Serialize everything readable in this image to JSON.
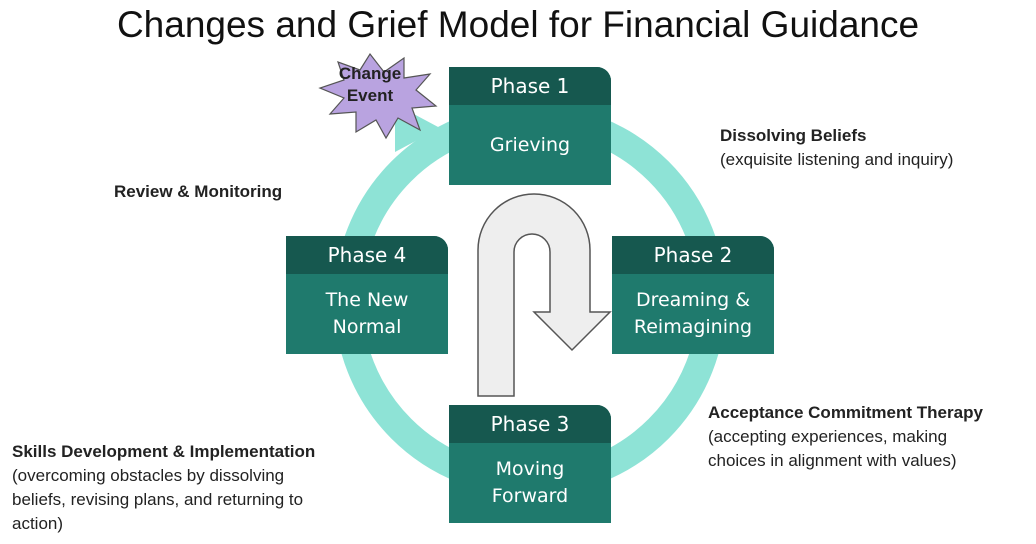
{
  "title": "Changes and Grief Model for Financial Guidance",
  "change_event": {
    "line1": "Change",
    "line2": "Event"
  },
  "phases": [
    {
      "header": "Phase 1",
      "line1": "Grieving",
      "line2": ""
    },
    {
      "header": "Phase 2",
      "line1": "Dreaming &",
      "line2": "Reimagining"
    },
    {
      "header": "Phase 3",
      "line1": "Moving",
      "line2": "Forward"
    },
    {
      "header": "Phase 4",
      "line1": "The New",
      "line2": "Normal"
    }
  ],
  "annotations": {
    "dissolving": {
      "title": "Dissolving Beliefs",
      "desc": "(exquisite listening and inquiry)"
    },
    "review": {
      "title": "Review & Monitoring"
    },
    "act": {
      "title": "Acceptance Commitment Therapy",
      "desc1": "(accepting experiences, making",
      "desc2": "choices in alignment with values)"
    },
    "skills": {
      "title": "Skills Development & Implementation",
      "desc1": "(overcoming obstacles by dissolving",
      "desc2": "beliefs, revising plans, and returning to",
      "desc3": "action)"
    }
  },
  "colors": {
    "cycle_ring": "#8ee3d6",
    "phase_body": "#1f7a6d",
    "phase_header": "#16584f",
    "star_fill": "#b9a3e0",
    "u_arrow_fill": "#eeeeee"
  }
}
